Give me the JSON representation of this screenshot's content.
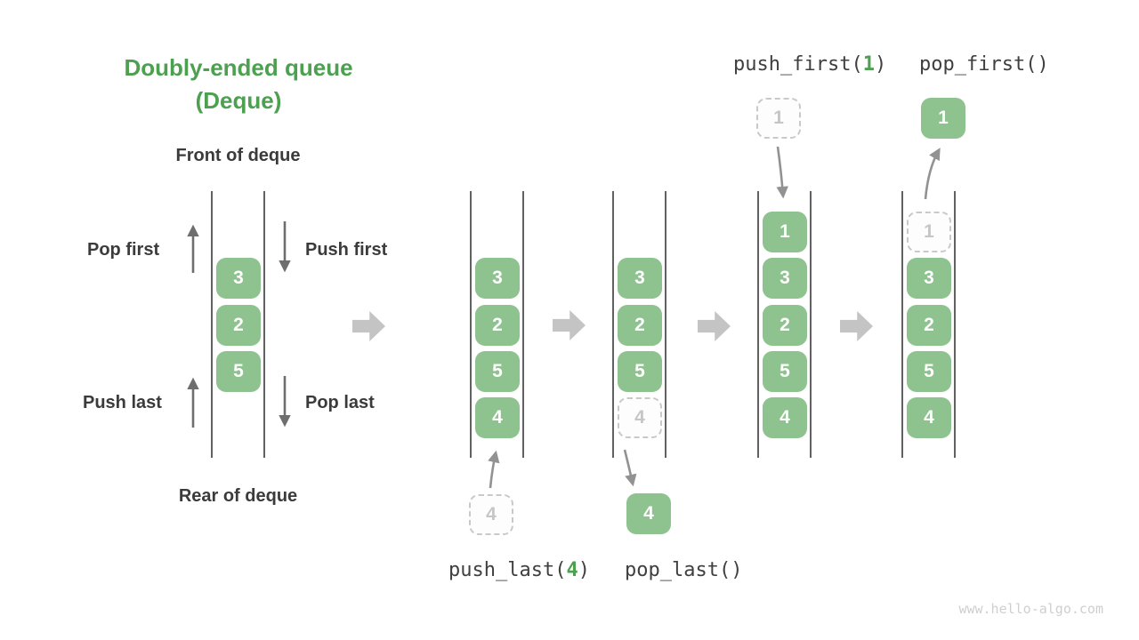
{
  "title": {
    "line1": "Doubly-ended queue",
    "line2": "(Deque)"
  },
  "side_labels": {
    "front": "Front of deque",
    "rear": "Rear of deque",
    "pop_first": "Pop first",
    "push_first": "Push first",
    "push_last": "Push last",
    "pop_last": "Pop last"
  },
  "op_labels": {
    "push_first_pre": "push_first(",
    "push_first_arg": "1",
    "push_first_post": ")",
    "pop_first": "pop_first()",
    "push_last_pre": "push_last(",
    "push_last_arg": "4",
    "push_last_post": ")",
    "pop_last": "pop_last()"
  },
  "queues": [
    {
      "name": "initial-deque",
      "cells": [
        {
          "value": "3"
        },
        {
          "value": "2"
        },
        {
          "value": "5"
        }
      ]
    },
    {
      "name": "after-push-last",
      "cells": [
        {
          "value": "3"
        },
        {
          "value": "2"
        },
        {
          "value": "5"
        },
        {
          "value": "4"
        }
      ]
    },
    {
      "name": "during-pop-last",
      "cells": [
        {
          "value": "3"
        },
        {
          "value": "2"
        },
        {
          "value": "5"
        },
        {
          "value": "4",
          "ghost": true
        }
      ]
    },
    {
      "name": "after-push-first",
      "cells": [
        {
          "value": "1"
        },
        {
          "value": "3"
        },
        {
          "value": "2"
        },
        {
          "value": "5"
        },
        {
          "value": "4"
        }
      ]
    },
    {
      "name": "during-pop-first",
      "cells": [
        {
          "value": "1",
          "ghost": true
        },
        {
          "value": "3"
        },
        {
          "value": "2"
        },
        {
          "value": "5"
        },
        {
          "value": "4"
        }
      ]
    }
  ],
  "floating": {
    "push_last_in": "4",
    "pop_last_out": "4",
    "push_first_in": "1",
    "pop_first_out": "1"
  },
  "watermark": "www.hello-algo.com",
  "colors": {
    "cell_green": "#8EC28E",
    "title_green": "#4CA050",
    "label_dark": "#3b3b3b",
    "rail_gray": "#616161",
    "step_arrow_gray": "#c4c4c4",
    "connector_gray": "#929292",
    "ghost_gray": "#c9c9c9"
  }
}
